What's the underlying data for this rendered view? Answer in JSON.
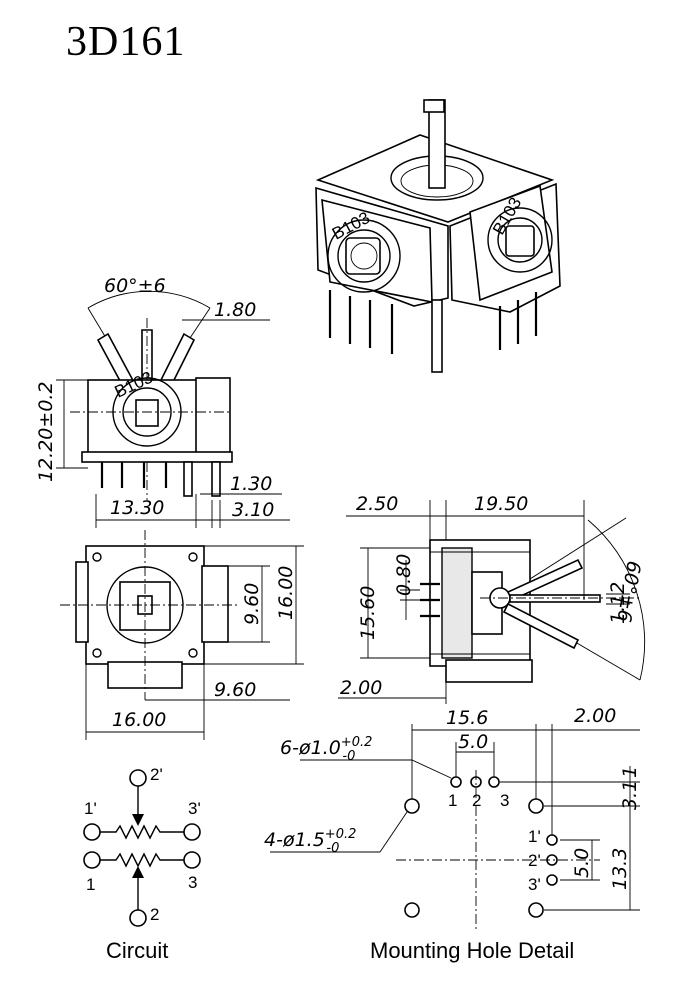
{
  "title": "3D161",
  "side_view": {
    "angle": "60°±6",
    "lever_width": "1.80",
    "height": "12.20±0.2",
    "pin_width": "1.30",
    "width": "13.30",
    "offset": "3.10",
    "marking": "B103"
  },
  "top_view": {
    "width": "16.00",
    "height": "16.00",
    "inner": "9.60",
    "bottom_inner": "9.60"
  },
  "front_view": {
    "d_left": "2.50",
    "d_top": "19.50",
    "d_height": "15.60",
    "d_small": "0.80",
    "d_shaft": "1.12",
    "d_bottom": "2.00",
    "angle": "60°±6"
  },
  "mounting": {
    "caption": "Mounting Hole Detail",
    "span": "15.6",
    "spacing": "5.0",
    "right": "2.00",
    "holes_small_main": "6-ø1.0",
    "tol_small_plus": "+0.2",
    "tol_small_minus": "-0",
    "holes_large_main": "4-ø1.5",
    "tol_large_plus": "+0.2",
    "tol_large_minus": "-0",
    "v1": "1",
    "v31": "3.1",
    "v50": "5.0",
    "v133": "13.3",
    "pins_top": [
      "1",
      "2",
      "3"
    ],
    "pins_side": [
      "1'",
      "2'",
      "3'"
    ]
  },
  "circuit": {
    "caption": "Circuit",
    "t2p": "2'",
    "t1p": "1'",
    "t3p": "3'",
    "t1": "1",
    "t3": "3",
    "t2": "2"
  }
}
